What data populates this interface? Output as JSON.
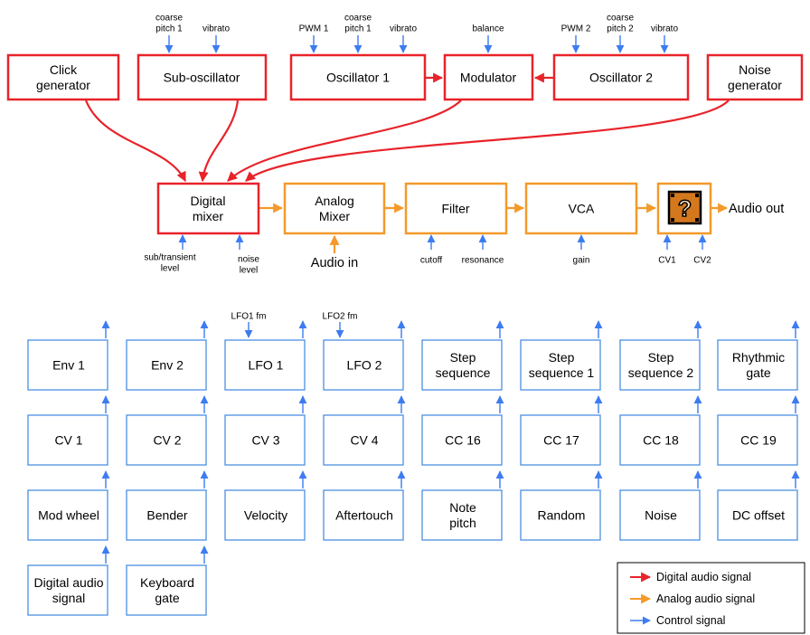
{
  "colors": {
    "digital": "#e8232a",
    "analog": "#f39a2b",
    "control": "#3d7cf0",
    "box_border_blue": "#4a90e2",
    "question_block": "#d4781e"
  },
  "top_modules": {
    "click_generator": "Click\ngenerator",
    "sub_oscillator": "Sub-oscillator",
    "oscillator_1": "Oscillator 1",
    "modulator": "Modulator",
    "oscillator_2": "Oscillator 2",
    "noise_generator": "Noise\ngenerator"
  },
  "top_controls": {
    "sub_coarse_pitch": "coarse\npitch 1",
    "sub_vibrato": "vibrato",
    "osc1_pwm": "PWM 1",
    "osc1_coarse_pitch": "coarse\npitch 1",
    "osc1_vibrato": "vibrato",
    "mod_balance": "balance",
    "osc2_pwm": "PWM 2",
    "osc2_coarse_pitch": "coarse\npitch 2",
    "osc2_vibrato": "vibrato"
  },
  "chain": {
    "digital_mixer": "Digital\nmixer",
    "analog_mixer": "Analog\nMixer",
    "filter": "Filter",
    "vca": "VCA",
    "output_glyph": "?",
    "audio_out": "Audio out",
    "audio_in": "Audio in"
  },
  "chain_controls": {
    "sub_transient_level": "sub/transient\nlevel",
    "noise_level": "noise\nlevel",
    "cutoff": "cutoff",
    "resonance": "resonance",
    "gain": "gain",
    "cv1": "CV1",
    "cv2": "CV2"
  },
  "lfo_inputs": {
    "lfo1_fm": "LFO1 fm",
    "lfo2_fm": "LFO2 fm"
  },
  "sources": {
    "row1": [
      "Env 1",
      "Env 2",
      "LFO 1",
      "LFO 2",
      "Step\nsequence",
      "Step\nsequence 1",
      "Step\nsequence 2",
      "Rhythmic\ngate"
    ],
    "row2": [
      "CV 1",
      "CV 2",
      "CV 3",
      "CV 4",
      "CC 16",
      "CC 17",
      "CC 18",
      "CC 19"
    ],
    "row3": [
      "Mod wheel",
      "Bender",
      "Velocity",
      "Aftertouch",
      "Note\npitch",
      "Random",
      "Noise",
      "DC offset"
    ],
    "row4": [
      "Digital audio\nsignal",
      "Keyboard\ngate"
    ]
  },
  "legend": {
    "digital": "Digital audio signal",
    "analog": "Analog audio signal",
    "control": "Control signal"
  }
}
